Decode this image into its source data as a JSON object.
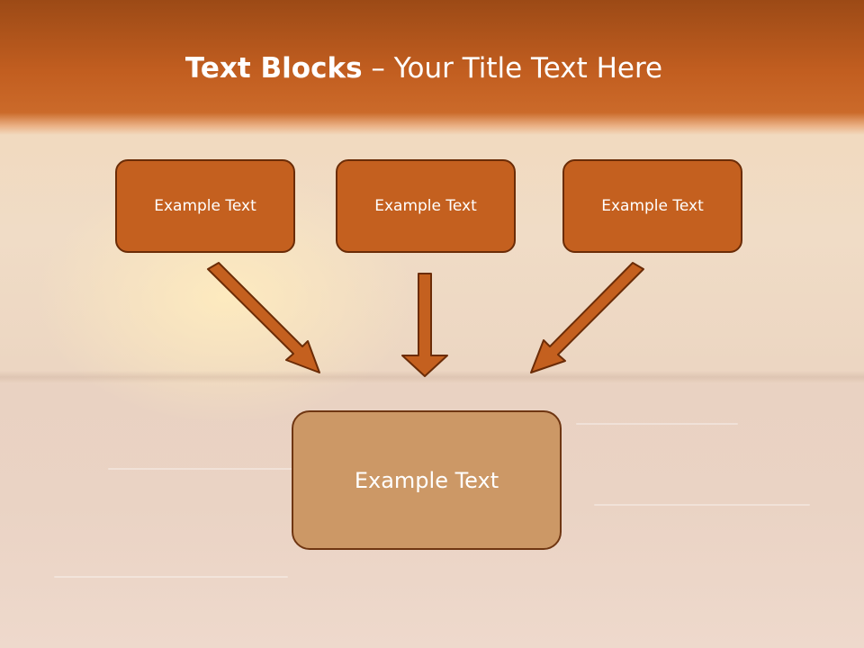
{
  "title": {
    "bold": "Text Blocks",
    "separator": " – ",
    "rest": "Your Title Text Here"
  },
  "top_blocks": [
    {
      "label": "Example Text"
    },
    {
      "label": "Example Text"
    },
    {
      "label": "Example Text"
    }
  ],
  "bottom_block": {
    "label": "Example Text"
  },
  "colors": {
    "header": "#c25e20",
    "block_fill": "#c4601f",
    "block_border": "#6b2c07",
    "bottom_block_fill": "#cc9866"
  }
}
